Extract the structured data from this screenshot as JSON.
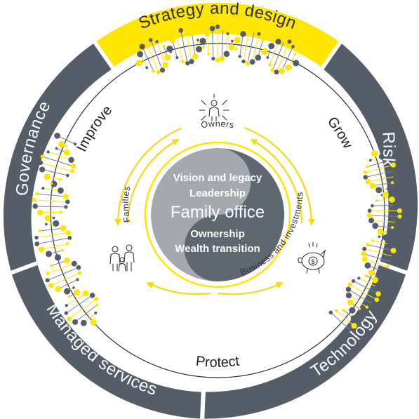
{
  "outer_ring": {
    "strategy": "Strategy and design",
    "risk": "Risk",
    "technology": "Technology",
    "managed": "Managed services",
    "governance": "Governance"
  },
  "cycle": {
    "improve": "Improve",
    "grow": "Grow",
    "protect": "Protect"
  },
  "stakeholders": {
    "owners": "Owners",
    "families": "Families",
    "business": "Business and investments"
  },
  "core": {
    "line1": "Vision and legacy",
    "line2": "Leadership",
    "title": "Family office",
    "line3": "Ownership",
    "line4": "Wealth transition"
  },
  "colors": {
    "slate": "#555d69",
    "yellow": "#ffe600",
    "arrow_yellow": "#f5d912",
    "core_light": "#a5a8ae",
    "core_dark": "#5f6771",
    "text_dark": "#2e2e38"
  },
  "icons": [
    "owners-icon",
    "families-icon",
    "piggy-bank-icon"
  ]
}
